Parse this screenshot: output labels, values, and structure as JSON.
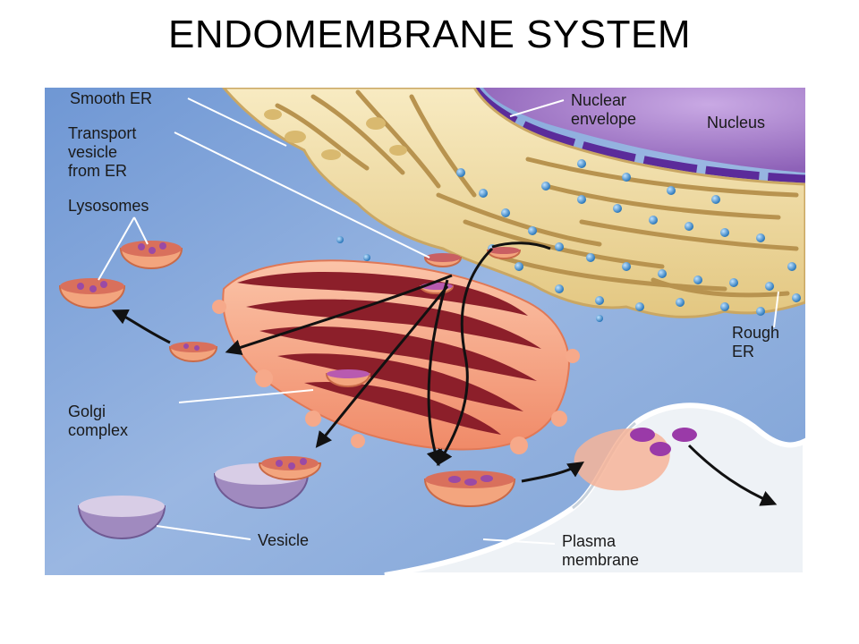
{
  "title": "ENDOMEMBRANE SYSTEM",
  "labels": {
    "smooth_er": "Smooth ER",
    "transport_vesicle": "Transport\nvesicle\nfrom ER",
    "lysosomes": "Lysosomes",
    "golgi": "Golgi\ncomplex",
    "vesicle": "Vesicle",
    "nuclear_envelope": "Nuclear\nenvelope",
    "nucleus": "Nucleus",
    "rough_er": "Rough\nER",
    "plasma_membrane": "Plasma\nmembrane"
  },
  "colors": {
    "cytoplasm": "#7fa3d8",
    "er": "#f1dfa6",
    "er_dark": "#b8934f",
    "nucleus": "#a07cc6",
    "nuclear_envelope": "#5b2b9a",
    "golgi": "#f6a98a",
    "golgi_lumen": "#8c1f2a",
    "vesicle": "#f3a57e",
    "vesicle_purple": "#a08abf",
    "ribosome": "#3f8fd0",
    "extracellular": "#e8eef4"
  }
}
